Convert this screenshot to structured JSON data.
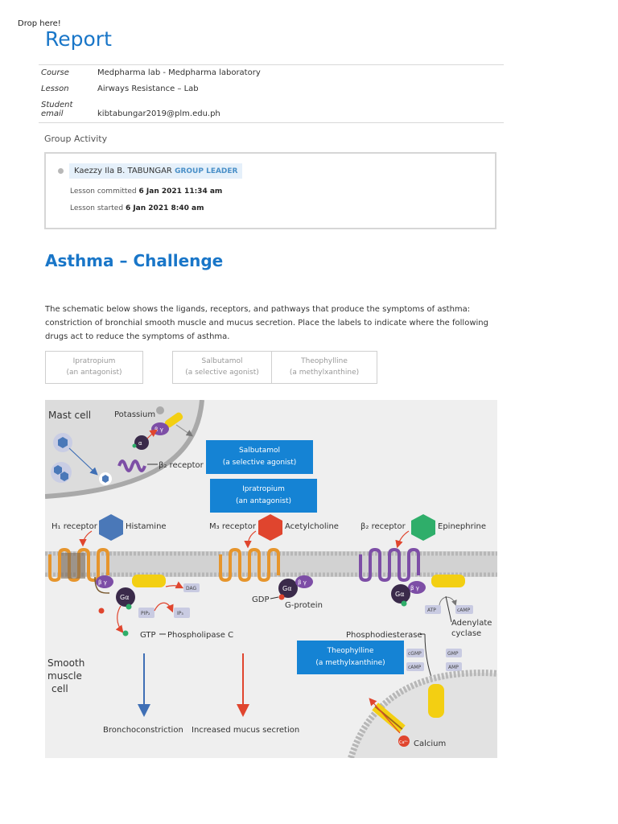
{
  "drop_hint": "Drop here!",
  "report_title": "Report",
  "meta": [
    {
      "key": "Course",
      "value": "Medpharma lab - Medpharma laboratory"
    },
    {
      "key": "Lesson",
      "value": "Airways Resistance – Lab"
    },
    {
      "key": "Student email",
      "value": "kibtabungar2019@plm.edu.ph"
    }
  ],
  "group": {
    "title": "Group Activity",
    "member_name": "Kaezzy Ila B. TABUNGAR",
    "member_role": "GROUP LEADER",
    "committed_label": "Lesson committed",
    "committed_value": "6 Jan 2021  11:34 am",
    "started_label": "Lesson started",
    "started_value": "6 Jan 2021  8:40 am"
  },
  "challenge": {
    "title": "Asthma – Challenge",
    "intro": "The schematic below shows the ligands, receptors, and pathways that produce the symptoms of asthma: constriction of bronchial smooth muscle and mucus secretion. Place the labels to indicate where the following drugs act to reduce the symptoms of asthma."
  },
  "label_bank": [
    {
      "name": "Ipratropium",
      "note": "(an antagonist)"
    },
    {
      "name": "Salbutamol",
      "note": "(a selective agonist)"
    },
    {
      "name": "Theophylline",
      "note": "(a methylxanthine)"
    }
  ],
  "placed": {
    "salbutamol": {
      "name": "Salbutamol",
      "note": "(a selective agonist)"
    },
    "ipratropium": {
      "name": "Ipratropium",
      "note": "(an antagonist)"
    },
    "theophylline": {
      "name": "Theophylline",
      "note": "(a methylxanthine)"
    }
  },
  "diagram": {
    "mast_cell": "Mast cell",
    "potassium": "Potassium",
    "beta2_receptor_top": "β₂ receptor",
    "h1_receptor": "H₁ receptor",
    "histamine": "Histamine",
    "m3_receptor": "M₃ receptor",
    "acetylcholine": "Acetylcholine",
    "beta2_receptor": "β₂ receptor",
    "epinephrine": "Epinephrine",
    "dag": "DAG",
    "pip2": "PIP₂",
    "ip3": "IP₃",
    "gtp": "GTP",
    "phospholipase": "Phospholipase C",
    "gdp": "GDP",
    "gprotein": "G-protein",
    "atp": "ATP",
    "camp": "cAMP",
    "adenylate": "Adenylate",
    "cyclase": "cyclase",
    "pde": "Phosphodiesterase",
    "cgmp": "cGMP",
    "gmp": "GMP",
    "amp": "AMP",
    "smooth1": "Smooth",
    "smooth2": "muscle",
    "smooth3": "cell",
    "broncho": "Bronchoconstriction",
    "mucus": "Increased mucus secretion",
    "calcium": "Calcium",
    "g_alpha": "Gα",
    "alpha": "α",
    "beta_gamma": "β γ",
    "ca_symbol": "Ca²⁺"
  },
  "colors": {
    "accent_blue": "#1976c8",
    "drop_blue": "#1583d4",
    "histamine_blue": "#4a78b8",
    "acetylcholine_red": "#e0452e",
    "epinephrine_green": "#2fae6a",
    "receptor_orange": "#e6952c",
    "receptor_purple": "#7d4ea6",
    "enzyme_yellow": "#f3cf12"
  }
}
